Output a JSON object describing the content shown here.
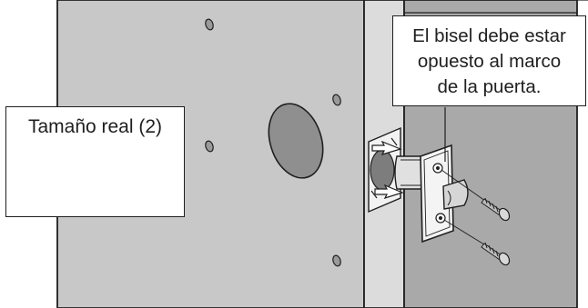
{
  "size_callout": {
    "label": "Tamaño real (2)",
    "screw_count": 2
  },
  "bevel_callout": {
    "lines": [
      "El bisel debe estar",
      "opuesto al marco",
      "de la puerta."
    ]
  },
  "colors": {
    "door_face": "#c8c8c8",
    "door_edge": "#dcdcdc",
    "frame": "#a8a8a8",
    "holes": "#9a9a9a",
    "outline": "#1f1f1f"
  }
}
